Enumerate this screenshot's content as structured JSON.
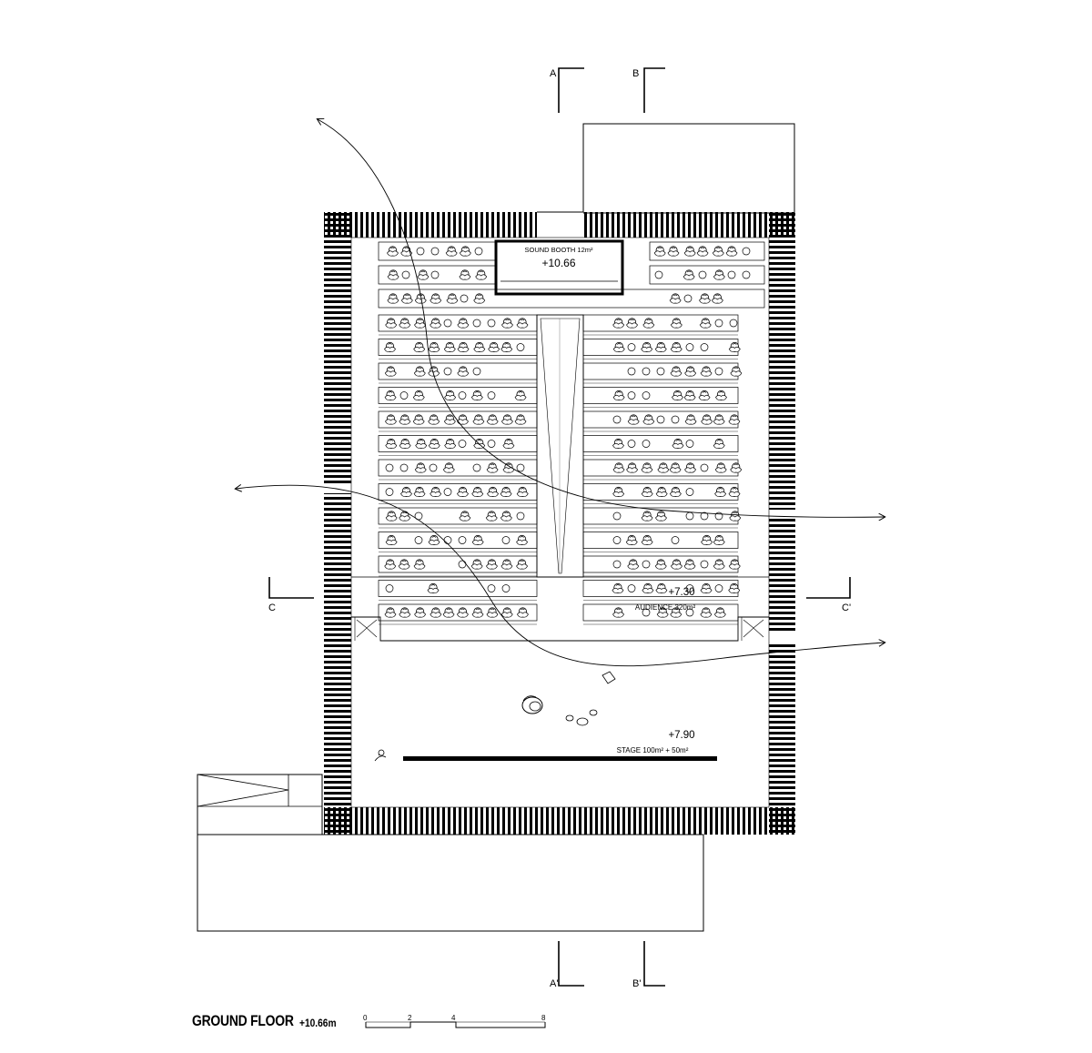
{
  "drawing": {
    "title": "GROUND FLOOR",
    "level": "+10.66m",
    "scale_bar": {
      "ticks": [
        "0",
        "2",
        "4",
        "8"
      ]
    }
  },
  "section_marks": {
    "a_top": "A",
    "b_top": "B",
    "a_bottom": "A'",
    "b_bottom": "B'",
    "c_left": "C",
    "c_right": "C'"
  },
  "rooms": {
    "sound_booth": {
      "label": "SOUND BOOTH 12m²",
      "level": "+10.66"
    },
    "audience": {
      "label": "AUDIENCE 320m²",
      "level": "+7.30"
    },
    "stage": {
      "label": "STAGE 100m² + 50m²",
      "level": "+7.90"
    }
  },
  "seating": {
    "rows_per_side": 13,
    "booth_side_rows": 3
  },
  "colors": {
    "ink": "#000000",
    "paper": "#ffffff",
    "light_line": "#555555"
  }
}
